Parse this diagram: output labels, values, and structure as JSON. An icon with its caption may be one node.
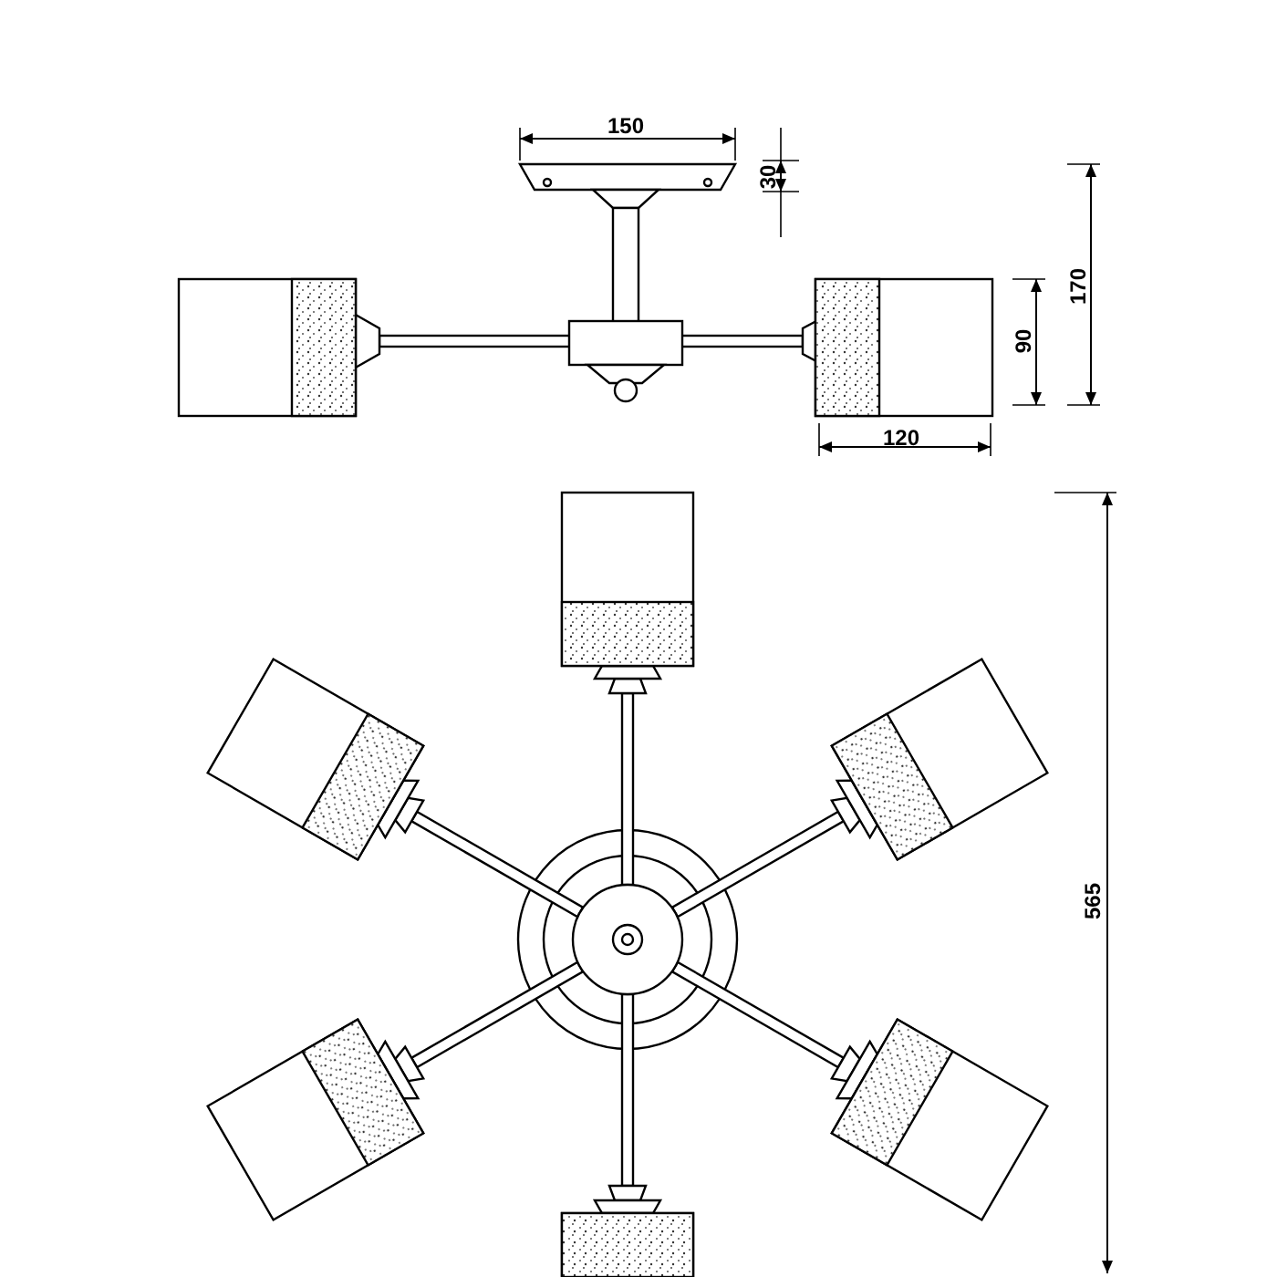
{
  "diagram": {
    "labels": [
      "150",
      "30",
      "170",
      "90",
      "120",
      "565"
    ]
  }
}
